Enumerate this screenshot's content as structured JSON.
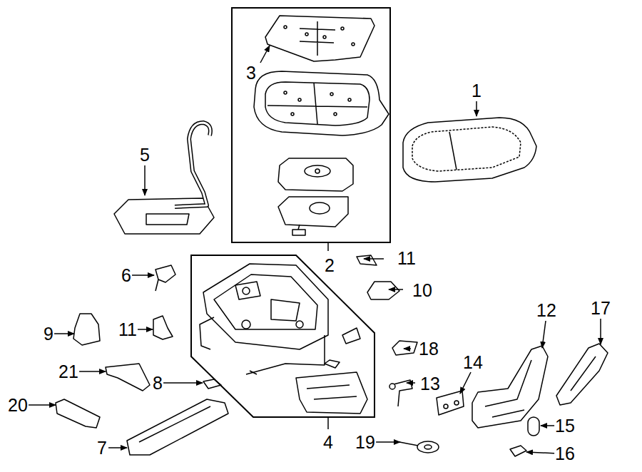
{
  "diagram": {
    "nodes": [
      {
        "text": [
          "3",
          "2"
        ]
      },
      {
        "text": [
          "4"
        ]
      }
    ],
    "labels": [
      "1",
      "5",
      "6",
      "11",
      "10",
      "9",
      "11",
      "18",
      "21",
      "8",
      "13",
      "14",
      "12",
      "17",
      "20",
      "7",
      "19",
      "15",
      "16"
    ]
  }
}
